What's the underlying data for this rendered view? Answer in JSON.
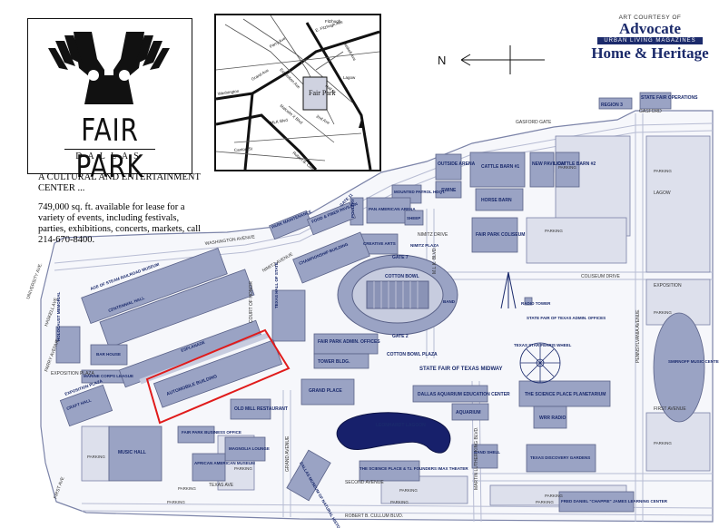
{
  "logo": {
    "wordmark": "FAIR PARK",
    "city": "DALLAS",
    "emblem": "pegasus-emblem-icon"
  },
  "blurb": {
    "headline": "A CULTURAL AND ENTERTAINMENT CENTER ...",
    "body": "749,000 sq. ft. available for lease for a variety of events, including festivals, parties, exhibitions, concerts, markets, call 214-670-8400."
  },
  "credit": {
    "line1": "ART COURTESY OF",
    "advocate": "Advocate",
    "band": "URBAN LIVING MAGAZINES",
    "home_heritage": "Home & Heritage"
  },
  "compass": {
    "letter": "N"
  },
  "inset": {
    "park_label": "Fair Park",
    "streets": [
      "E. Fitzhugh Ave",
      "Haskell Ave",
      "Washington",
      "Parry Ave",
      "Exposition Ave",
      "Hall St",
      "2nd Ave",
      "MLK Blvd",
      "Robert B. Cullum Blvd",
      "Grand Ave",
      "Lagow",
      "Fitzhugh",
      "Canton St",
      "Malcolm X Blvd"
    ]
  },
  "highlight_color": "#e01b1b",
  "map": {
    "colors": {
      "building": "#9aa3c4",
      "building_dark": "#6c7496",
      "lot": "#dde0ec",
      "outline": "#7b83a8",
      "label": "#1a2a6c",
      "lagoon": "#17206b"
    },
    "buildings": [
      "REGION 3",
      "STATE FAIR OPERATIONS",
      "CATTLE BARN #1",
      "NEW PAVILION",
      "CATTLE BARN #2",
      "OUTSIDE ARENA",
      "SWINE",
      "HORSE BARN",
      "FAIR PARK COLISEUM",
      "MOUNTED PATROL HDQT.",
      "POULTRY",
      "PAN AMERICAN ARENA",
      "SHEEP",
      "GATE 11",
      "PARK MAINTENANCE",
      "FOOD & FIBER PAVILION",
      "CREATIVE ARTS",
      "NIMITZ PLAZA",
      "CHAMPIONSHIP BUILDING",
      "GATE 7",
      "COTTON BOWL",
      "GATE 2",
      "BAND",
      "RADIO TOWER",
      "STATE FAIR OF TEXAS ADMIN. OFFICES",
      "TEXAS STAR FERRIS WHEEL",
      "AGE OF STEAM RAILROAD MUSEUM",
      "CENTENNIAL HALL",
      "TEXAS HALL OF STATE",
      "FAIR PARK ADMIN. OFFICES",
      "TOWER BLDG.",
      "COTTON BOWL PLAZA",
      "STATE FAIR OF TEXAS MIDWAY",
      "SMIRNOFF MUSIC CENTER",
      "HOLOCAUST MEMORIAL",
      "BAR HOUSE",
      "MARINE CORPS LEAGUE",
      "EXPOSITION PLAZA",
      "ESPLANADE",
      "AUTOMOBILE BUILDING",
      "GRAND PLACE",
      "DALLAS AQUARIUM EDUCATION CENTER",
      "AQUARIUM",
      "THE SCIENCE PLACE PLANETARIUM",
      "WRR RADIO",
      "CRAFT HALL",
      "OLD MILL RESTAURANT",
      "MUSIC HALL",
      "FAIR PARK BUSINESS OFFICE",
      "MAGNOLIA LOUNGE",
      "AFRICAN AMERICAN MUSEUM",
      "DALLAS MUSEUM OF NATURAL HISTORY",
      "LEONHARDT LAGOON",
      "THE SCIENCE PLACE & T.I. FOUNDERS IMAX THEATER",
      "BAND SHELL",
      "TEXAS DISCOVERY GARDENS",
      "FRED DANIEL \"CHAPPIE\" JAMES LEARNING CENTER"
    ],
    "streets": [
      "WASHINGTON AVENUE",
      "NIMITZ AVENUE",
      "NIMITZ DRIVE",
      "COLISEUM DRIVE",
      "M.L.K. BLVD.",
      "GASFORD",
      "GASFORD GATE",
      "LAGOW",
      "EXPOSITION",
      "PENNSYLVANIA AVENUE",
      "FIRST AVENUE",
      "SECOND AVENUE",
      "ROBERT B. CULLUM BLVD.",
      "MARTIN LUTHER KING BLVD.",
      "GRAND AVENUE",
      "PARRY AVENUE",
      "HASKELL AVE.",
      "UNIVERSITY AVE.",
      "EXPOSITION PLAZA",
      "COURT OF HONOR",
      "TEXAS AVE",
      "FIRST AVE"
    ],
    "parking": "PARKING"
  }
}
